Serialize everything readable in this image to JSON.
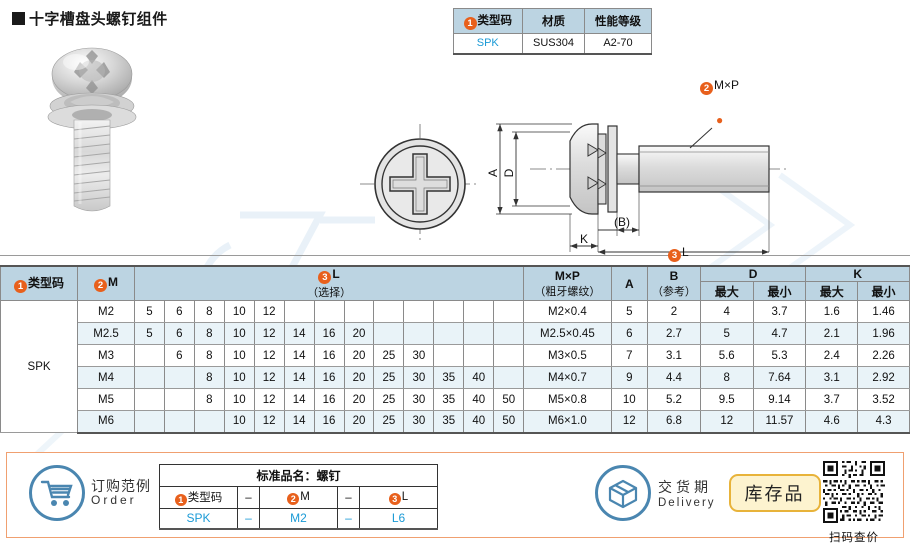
{
  "title": {
    "text": "十字槽盘头螺钉组件",
    "bullet": "square-bullet"
  },
  "material_table": {
    "headers": [
      "类型码",
      "材质",
      "性能等级"
    ],
    "header_badge": "1",
    "row": [
      "SPK",
      "SUS304",
      "A2-70"
    ]
  },
  "drawing": {
    "labels": {
      "A": "A",
      "D": "D",
      "K": "K",
      "B": "(B)",
      "L": "L",
      "L_badge": "3",
      "MP": "M×P",
      "MP_badge": "2"
    }
  },
  "spec_table": {
    "headers": {
      "code": "类型码",
      "code_badge": "1",
      "m": "M",
      "m_badge": "2",
      "l": "L",
      "l_badge": "3",
      "l_sub": "（选择）",
      "mxp": "M×P",
      "mxp_sub": "（粗牙螺纹）",
      "a": "A",
      "b": "B",
      "b_sub": "（参考）",
      "d": "D",
      "k": "K",
      "max": "最大",
      "min": "最小"
    },
    "code": "SPK",
    "l_columns": 13,
    "rows": [
      {
        "m": "M2",
        "l": [
          "5",
          "6",
          "8",
          "10",
          "12",
          "",
          "",
          "",
          "",
          "",
          "",
          "",
          ""
        ],
        "mxp": "M2×0.4",
        "a": "5",
        "b": "2",
        "d_max": "4",
        "d_min": "3.7",
        "k_max": "1.6",
        "k_min": "1.46"
      },
      {
        "m": "M2.5",
        "l": [
          "5",
          "6",
          "8",
          "10",
          "12",
          "14",
          "16",
          "20",
          "",
          "",
          "",
          "",
          ""
        ],
        "mxp": "M2.5×0.45",
        "a": "6",
        "b": "2.7",
        "d_max": "5",
        "d_min": "4.7",
        "k_max": "2.1",
        "k_min": "1.96"
      },
      {
        "m": "M3",
        "l": [
          "",
          "6",
          "8",
          "10",
          "12",
          "14",
          "16",
          "20",
          "25",
          "30",
          "",
          "",
          ""
        ],
        "mxp": "M3×0.5",
        "a": "7",
        "b": "3.1",
        "d_max": "5.6",
        "d_min": "5.3",
        "k_max": "2.4",
        "k_min": "2.26"
      },
      {
        "m": "M4",
        "l": [
          "",
          "",
          "8",
          "10",
          "12",
          "14",
          "16",
          "20",
          "25",
          "30",
          "35",
          "40",
          ""
        ],
        "mxp": "M4×0.7",
        "a": "9",
        "b": "4.4",
        "d_max": "8",
        "d_min": "7.64",
        "k_max": "3.1",
        "k_min": "2.92"
      },
      {
        "m": "M5",
        "l": [
          "",
          "",
          "8",
          "10",
          "12",
          "14",
          "16",
          "20",
          "25",
          "30",
          "35",
          "40",
          "50"
        ],
        "mxp": "M5×0.8",
        "a": "10",
        "b": "5.2",
        "d_max": "9.5",
        "d_min": "9.14",
        "k_max": "3.7",
        "k_min": "3.52"
      },
      {
        "m": "M6",
        "l": [
          "",
          "",
          "",
          "10",
          "12",
          "14",
          "16",
          "20",
          "25",
          "30",
          "35",
          "40",
          "50"
        ],
        "mxp": "M6×1.0",
        "a": "12",
        "b": "6.8",
        "d_max": "12",
        "d_min": "11.57",
        "k_max": "4.6",
        "k_min": "4.3"
      }
    ]
  },
  "footer": {
    "order": {
      "cn": "订购范例",
      "en": "Order",
      "icon": "shopping-cart-icon"
    },
    "order_table": {
      "title": "标准品名：螺钉",
      "headers": [
        "类型码",
        "M",
        "L"
      ],
      "badges": [
        "1",
        "2",
        "3"
      ],
      "separator": "–",
      "values": [
        "SPK",
        "M2",
        "L6"
      ]
    },
    "delivery": {
      "cn": "交货期",
      "en": "Delivery",
      "icon": "box-delivery-icon",
      "badge": "库存品"
    },
    "qr": {
      "caption": "扫码查价",
      "icon": "qr-code-icon"
    }
  },
  "colors": {
    "header_blue": "#bcd4e2",
    "value_blue": "#1a9ad6",
    "badge_orange": "#e8601c",
    "footer_border": "#f0a070",
    "stock_yellow": "#fdf3cf"
  }
}
